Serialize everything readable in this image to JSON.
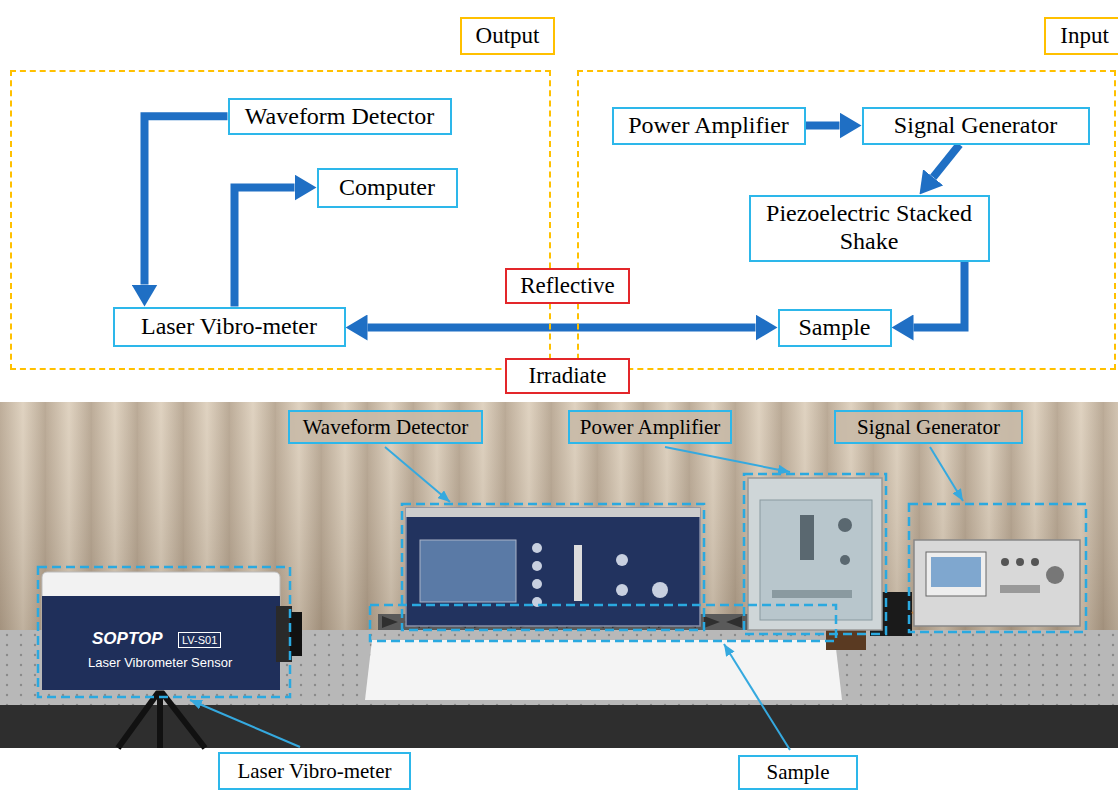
{
  "diagram": {
    "nodes": [
      {
        "text": [
          "Output"
        ]
      },
      {
        "text": [
          "Waveform Detector"
        ],
        "in": 0
      },
      {
        "text": [
          "Computer"
        ],
        "in": 0
      },
      {
        "text": [
          "Laser Vibro-meter"
        ],
        "in": 0
      },
      {
        "text": [
          "Input"
        ]
      },
      {
        "text": [
          "Power Amplifier"
        ],
        "in": 4
      },
      {
        "text": [
          "Signal Generator"
        ],
        "in": 4
      },
      {
        "text": [
          "Piezoelectric Stacked Shake"
        ],
        "in": 4
      },
      {
        "text": [
          "Sample"
        ],
        "in": 4
      },
      {
        "text": [
          "Reflective"
        ]
      },
      {
        "text": [
          "Irradiate"
        ]
      },
      {
        "text": [
          "Waveform Detector"
        ]
      },
      {
        "text": [
          "Power Amplifier"
        ]
      },
      {
        "text": [
          "Signal Generator"
        ]
      },
      {
        "text": [
          "Laser Vibro-meter"
        ]
      },
      {
        "text": [
          "Sample"
        ]
      }
    ],
    "edges": [
      {
        "from": 1,
        "to": 3,
        "arrow": "to"
      },
      {
        "from": 3,
        "to": 2,
        "arrow": "to"
      },
      {
        "from": 5,
        "to": 6,
        "arrow": "to"
      },
      {
        "from": 6,
        "to": 7,
        "arrow": "to"
      },
      {
        "from": 7,
        "to": 8,
        "arrow": "to"
      },
      {
        "from": 3,
        "to": 8,
        "arrow": "both"
      }
    ],
    "labels": [
      "SOPTOP",
      "LV-S01",
      "Laser Vibrometer Sensor"
    ]
  }
}
